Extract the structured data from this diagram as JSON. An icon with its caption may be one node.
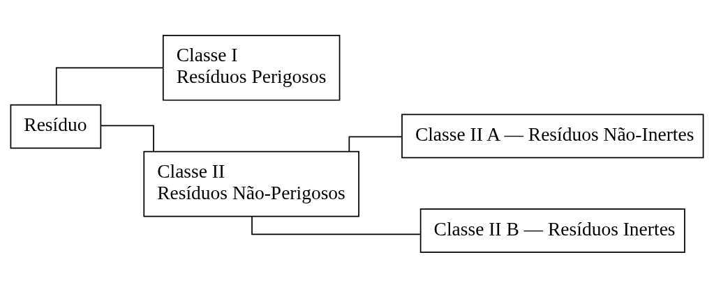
{
  "diagram": {
    "nodes": [
      {
        "text": [
          "Resíduo"
        ]
      },
      {
        "text": [
          "Classe I",
          "Resíduos Perigosos"
        ]
      },
      {
        "text": [
          "Classe II",
          "Resíduos Não-Perigosos"
        ]
      },
      {
        "text": [
          "Classe II A — Resíduos Não-Inertes"
        ]
      },
      {
        "text": [
          "Classe II B — Resíduos Inertes"
        ]
      }
    ],
    "edges": [
      {
        "from": 0,
        "to": 1,
        "arrow": "none"
      },
      {
        "from": 0,
        "to": 2,
        "arrow": "none"
      },
      {
        "from": 2,
        "to": 3,
        "arrow": "none"
      },
      {
        "from": 2,
        "to": 4,
        "arrow": "none"
      }
    ]
  }
}
